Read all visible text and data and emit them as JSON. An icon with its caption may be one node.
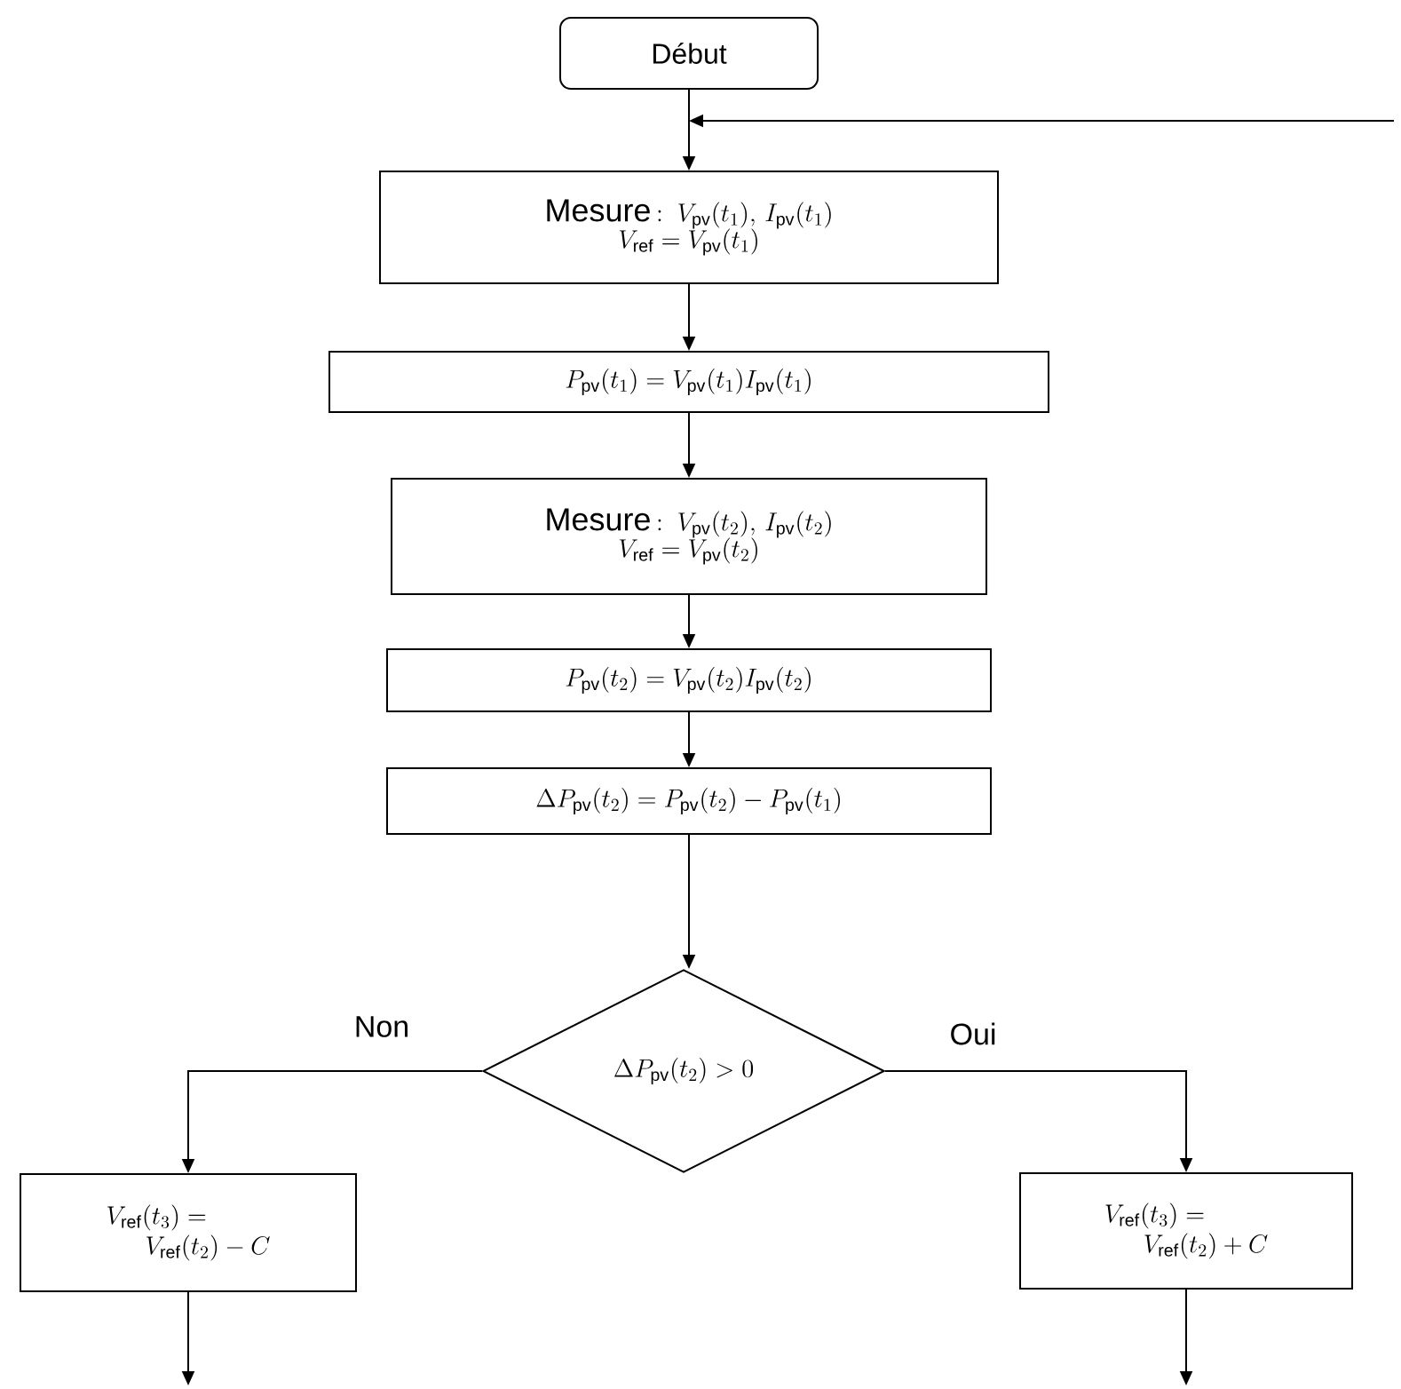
{
  "diagram": {
    "nodes": [
      {
        "text": [
          "Début"
        ]
      },
      {
        "text": [
          "Mesure",
          ":\\ V_{\\mathrm{pv}}(t_1),\\, I_{\\mathrm{pv}}(t_1)",
          "V_{\\mathrm{ref}} = V_{\\mathrm{pv}}(t_1)"
        ]
      },
      {
        "text": [
          "P_{\\mathrm{pv}}(t_1) = V_{\\mathrm{pv}}(t_1) I_{\\mathrm{pv}}(t_1)"
        ]
      },
      {
        "text": [
          "Mesure",
          ":\\ V_{\\mathrm{pv}}(t_2),\\, I_{\\mathrm{pv}}(t_2)",
          "V_{\\mathrm{ref}} = V_{\\mathrm{pv}}(t_2)"
        ]
      },
      {
        "text": [
          "P_{\\mathrm{pv}}(t_2) = V_{\\mathrm{pv}}(t_2) I_{\\mathrm{pv}}(t_2)"
        ]
      },
      {
        "text": [
          "\\Delta P_{\\mathrm{pv}}(t_2) = P_{\\mathrm{pv}}(t_2) - P_{\\mathrm{pv}}(t_1)"
        ]
      },
      {
        "text": [
          "\\Delta P_{\\mathrm{pv}}(t_2) > 0"
        ]
      },
      {
        "text": [
          "V_{\\mathrm{ref}}(t_3) =",
          "V_{\\mathrm{ref}}(t_2) - C"
        ]
      },
      {
        "text": [
          "V_{\\mathrm{ref}}(t_3) =",
          "V_{\\mathrm{ref}}(t_2) + C"
        ]
      }
    ],
    "edges": [
      {
        "from": 0,
        "to": 1,
        "arrow": "to"
      },
      {
        "from": null,
        "to": 1,
        "arrow": "to"
      },
      {
        "from": 1,
        "to": 2,
        "arrow": "to"
      },
      {
        "from": 2,
        "to": 3,
        "arrow": "to"
      },
      {
        "from": 3,
        "to": 4,
        "arrow": "to"
      },
      {
        "from": 4,
        "to": 5,
        "arrow": "to"
      },
      {
        "from": 5,
        "to": 6,
        "arrow": "to"
      },
      {
        "from": 6,
        "to": 7,
        "arrow": "to",
        "label": "Non"
      },
      {
        "from": 6,
        "to": 8,
        "arrow": "to",
        "label": "Oui"
      },
      {
        "from": 7,
        "to": null,
        "arrow": "to"
      },
      {
        "from": 8,
        "to": null,
        "arrow": "to"
      }
    ]
  }
}
